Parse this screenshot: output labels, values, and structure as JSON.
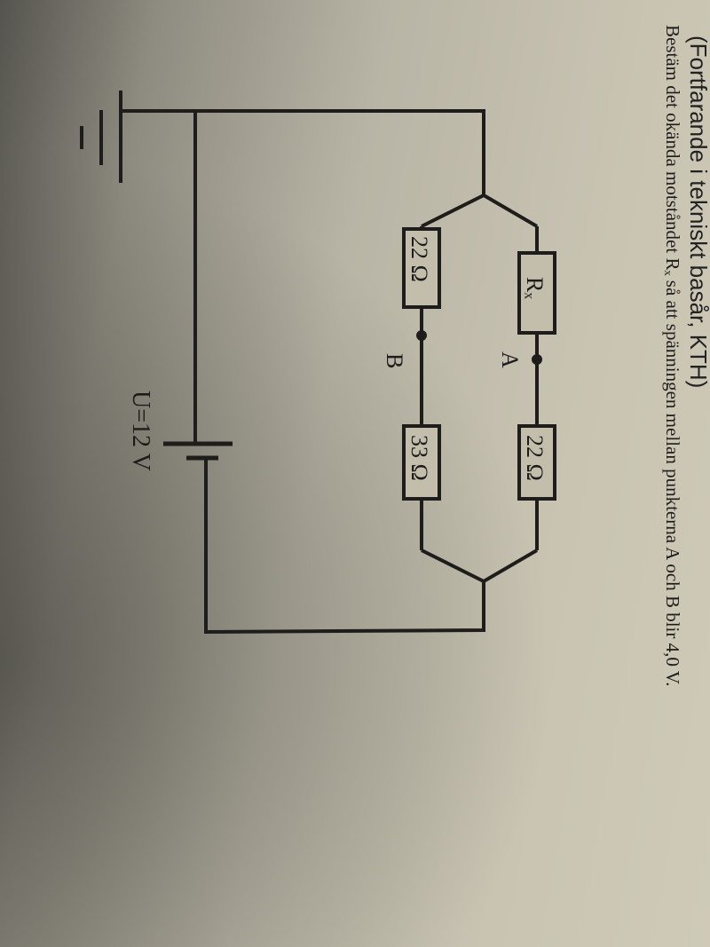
{
  "header": "(Fortfarande i tekniskt basår, KTH)",
  "question": "Bestäm det okända motståndet Rₓ så att spänningen mellan punkterna A och B blir 4,0 V.",
  "circuit": {
    "rx_label": "Rₓ",
    "r_top_right": "22 Ω",
    "r_top_left": "22 Ω",
    "r_bottom_left": "33 Ω",
    "point_a": "A",
    "point_b": "B",
    "battery_label": "U=12 V"
  }
}
